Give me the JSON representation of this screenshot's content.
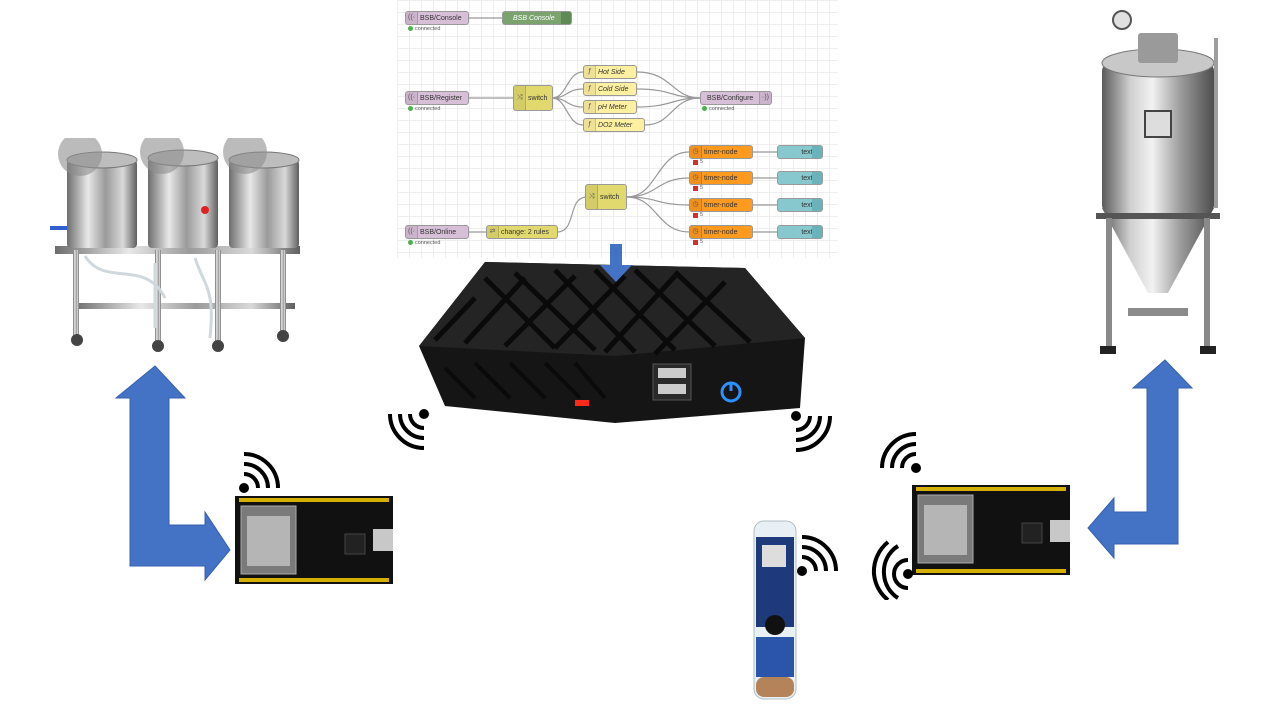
{
  "flow": {
    "row1": {
      "mqtt_in": "BSB/Console",
      "status": "connected",
      "debug": "BSB Console"
    },
    "row2": {
      "mqtt_in": "BSB/Register",
      "status_in": "connected",
      "switch": "switch",
      "outputs": [
        "Hot Side",
        "Cold Side",
        "pH Meter",
        "DO2 Meter"
      ],
      "mqtt_out": "BSB/Configure",
      "status_out": "connected"
    },
    "row3": {
      "mqtt_in": "BSB/Online",
      "status": "connected",
      "change": "change: 2 rules",
      "switch": "switch",
      "timers": [
        "timer-node",
        "timer-node",
        "timer-node",
        "timer-node"
      ],
      "timer_status": [
        "5",
        "5",
        "5",
        "5"
      ],
      "debugs": [
        "text",
        "text",
        "text",
        "text"
      ]
    }
  },
  "colors": {
    "arrow": "#4472c4",
    "mqtt": "#d8bfd8",
    "switch": "#e2d96e",
    "function": "#fdf0a0",
    "timer": "#ff9a1f",
    "debug": "#87c8cf",
    "power_led": "#2e8fff",
    "red_led": "#ff2a1a"
  },
  "icons": [
    "brewing-system-picture",
    "fermenter-picture",
    "mini-pc-picture",
    "esp32-board-picture",
    "sensor-probe-picture",
    "wifi-signal-icon",
    "arrow-icon"
  ]
}
